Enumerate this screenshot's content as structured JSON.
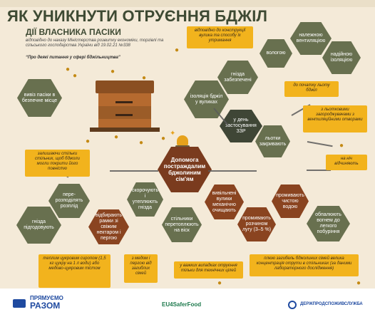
{
  "header": {
    "title": "ЯК УНИКНУТИ ОТРУЄННЯ БДЖІЛ",
    "subtitle": "ДІЇ ВЛАСНИКА ПАСІКИ",
    "source_text": "відповідно до наказу Міністерства розвитку економіки, торгівлі та сільського господарства України від 19.02.21 №338",
    "source_bold": "“Про деякі питання у сфері бджільництва”"
  },
  "hexes": {
    "remove": "вивіз пасіки в безпечне місце",
    "isolation": "ізоляція бджіл у вуликах",
    "nests": "гнізда забезпечені",
    "moisture": "вологою",
    "ventilation": "належною вентиляцією",
    "reliable": "надійною ізоляцією",
    "day": "у день застосування ЗЗР",
    "close": "льотки закривають",
    "help": "Допомога постраждалим бджолиним сім'ям",
    "relocate": "пере-розподілять розплід",
    "reduce": "скорочують і утеплюють гнізда",
    "sanitize": "вивільнені вулики механічно очищають",
    "water": "промивають чистою водою",
    "feed": "гнізда підгодовують",
    "frames": "відбирають рамки зі свіжим нектаром і пергою",
    "remelt": "стільники перетоплюють на віск",
    "flush": "промивають розчином лугу (3–5 %)",
    "burn": "обпалюють вогнем до легкого побуріння"
  },
  "notes": {
    "construction": "відповідно до конструкції вулика та способу їх утримання",
    "start_flight": "до початку льоту бджіл",
    "nets": "з льотковими загороджувачами з вентиляційними отворами",
    "after_night": "на ніч відчиняють",
    "combs": "залишаючи стільки стільник, щоб бджоли могли покрити його повністю",
    "syrup": "теплим цукровим сиропом (1,5 кг цукру на 1 л води) або медово-цукровим тістом",
    "honey": "з медом і пергою від загиблих сімей",
    "technical": "у важких випадках отруєння тільки для технічних цілей",
    "lab": "плюю загибель бджолиних сімей велика концентрація отрути в стільниках (за даними лабораторного дослідження)"
  },
  "footer": {
    "brand1_small": "ПРЯМУЄМО",
    "brand1_big": "РАЗОМ",
    "brand2": "EU4SaferFood",
    "brand3": "ДЕРЖПРОДСПОЖИВСЛУЖБА"
  }
}
